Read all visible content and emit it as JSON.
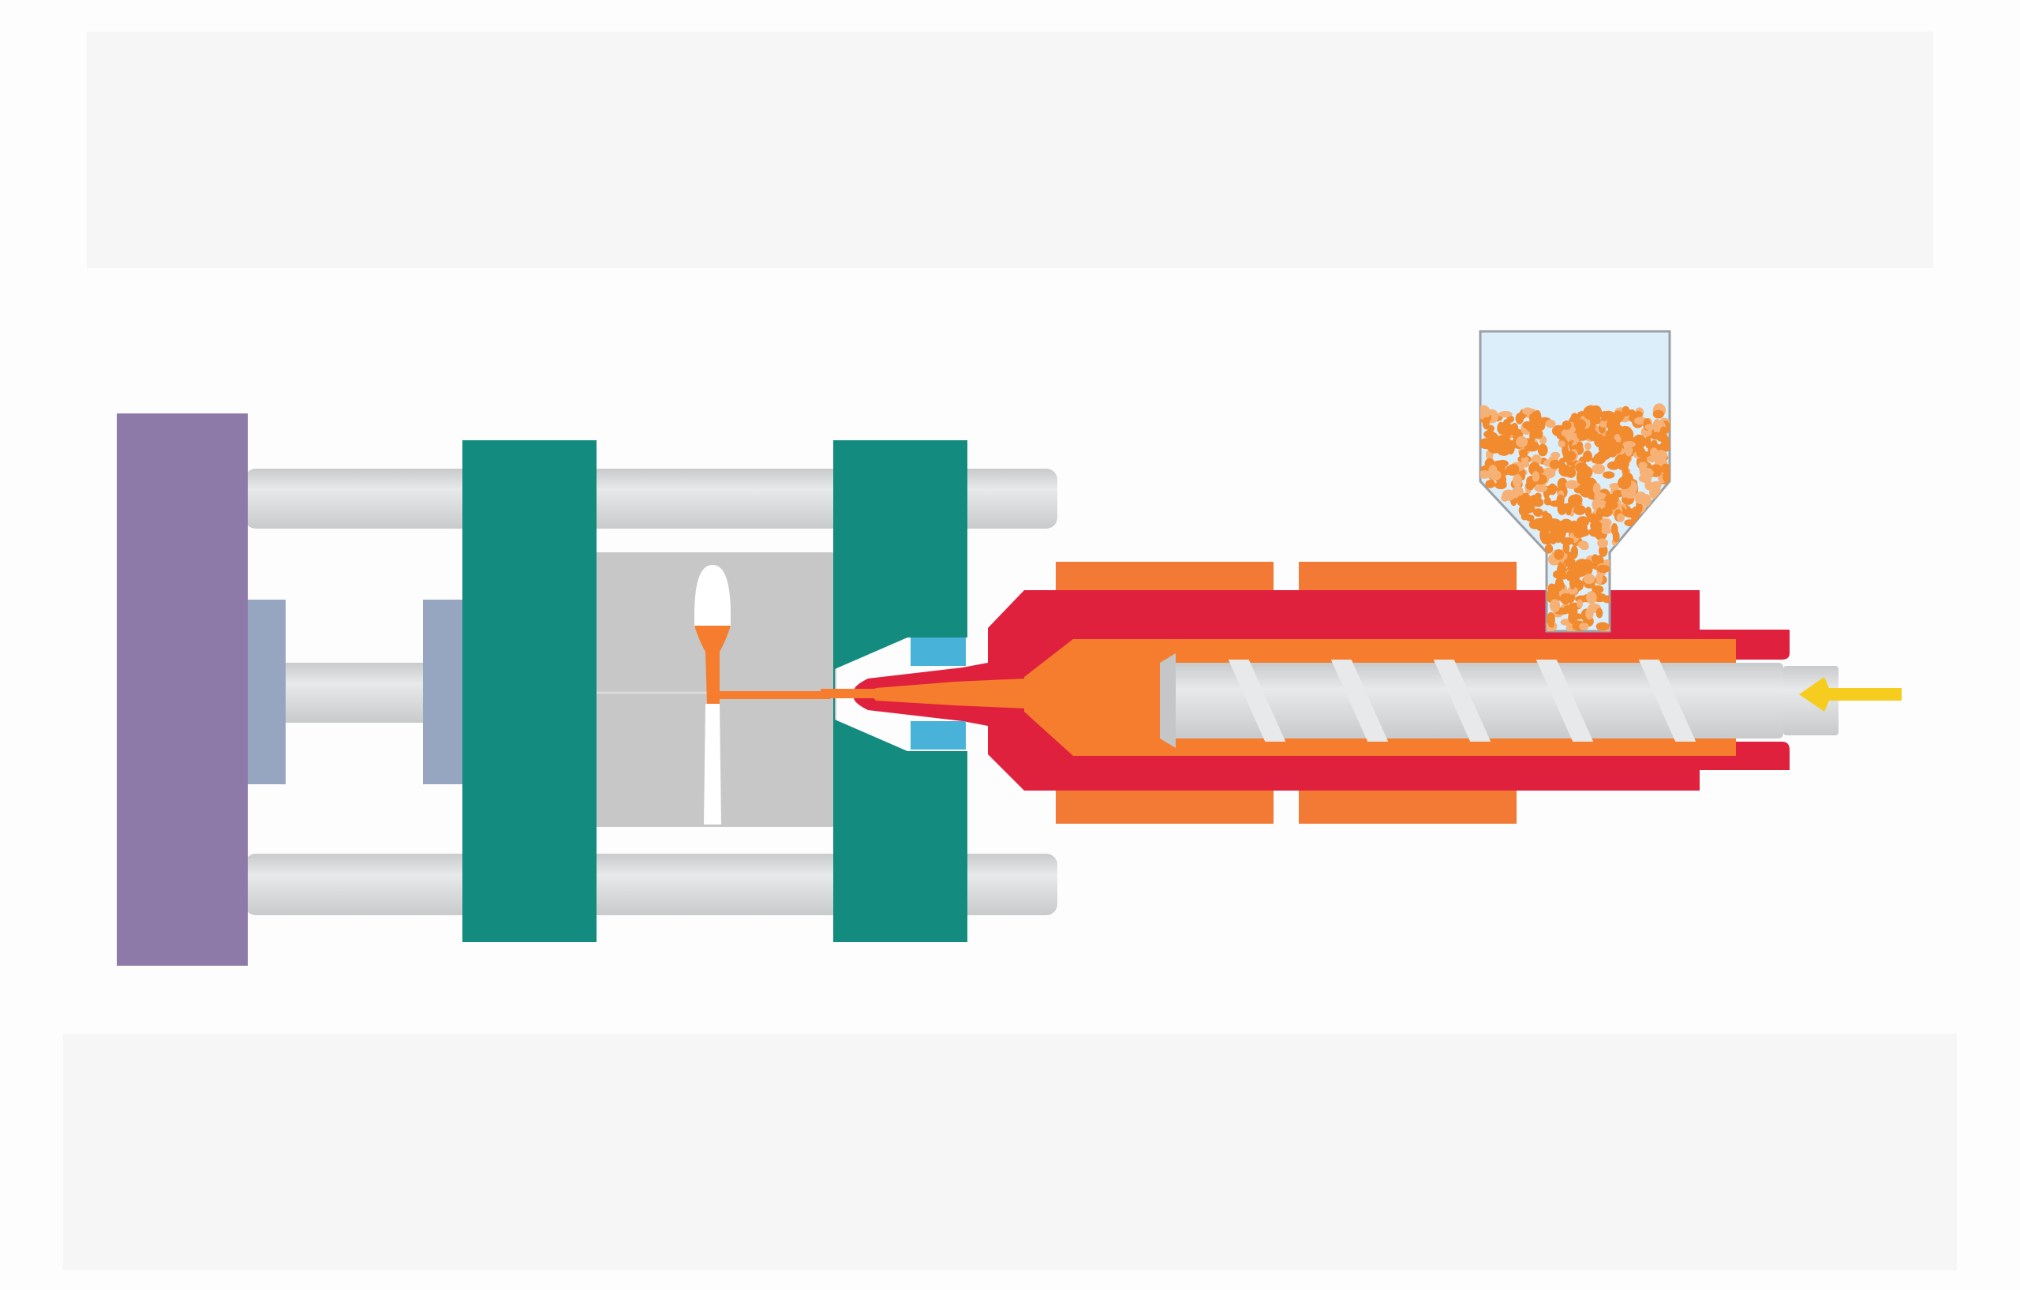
{
  "diagram": {
    "type": "injection-molding-machine-schematic",
    "colors": {
      "background": "#fdfdfd",
      "band": "#f6f6f6",
      "clamp_platen": "#8d7aa8",
      "mold_plate": "#138c7f",
      "tie_bar": "#c8cacb",
      "tie_bar_highlight": "#e8e9ea",
      "mold_cavity": "#c7c7c7",
      "hydraulic_pad": "#96a6c0",
      "nozzle_ring": "#48b2d8",
      "barrel": "#e0213d",
      "heater_band": "#f37a34",
      "melt": "#f57d2d",
      "screw": "#c4c6c8",
      "hopper_glass": "#dceefa",
      "pellets": "#f28a2e",
      "arrow": "#f6cd1f",
      "part_blank": "#ffffff"
    },
    "components": [
      {
        "id": "stationary-clamp-platen",
        "icon": "platen"
      },
      {
        "id": "hydraulic-pads",
        "icon": "pad"
      },
      {
        "id": "tie-bars",
        "icon": "rod"
      },
      {
        "id": "moving-platen",
        "icon": "platen"
      },
      {
        "id": "mold-cavity",
        "icon": "cavity"
      },
      {
        "id": "fixed-platen",
        "icon": "platen"
      },
      {
        "id": "nozzle",
        "icon": "nozzle"
      },
      {
        "id": "heated-barrel",
        "icon": "barrel"
      },
      {
        "id": "heater-bands",
        "icon": "heater"
      },
      {
        "id": "reciprocating-screw",
        "icon": "screw"
      },
      {
        "id": "material-hopper",
        "icon": "hopper"
      },
      {
        "id": "injection-direction-arrow",
        "icon": "arrow-left-icon"
      }
    ]
  }
}
